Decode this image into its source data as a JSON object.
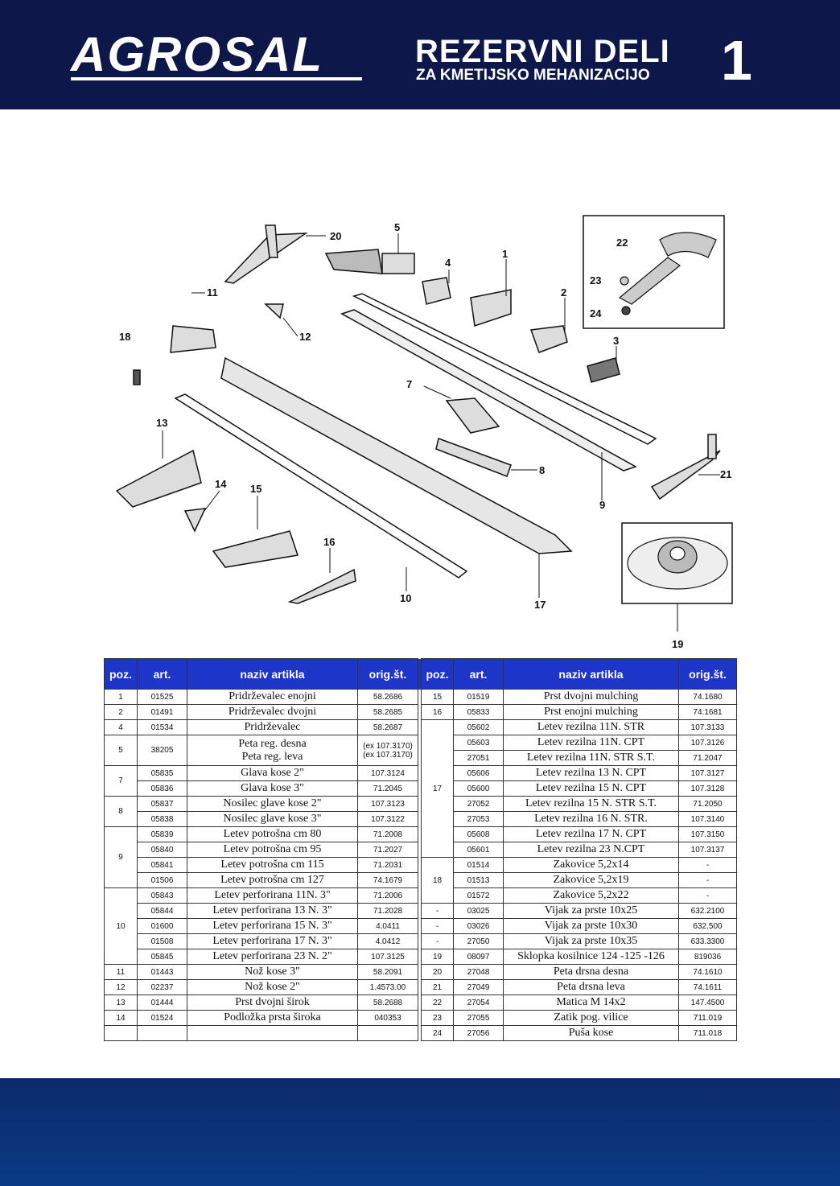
{
  "header": {
    "brand": "AGROSAL",
    "title": "REZERVNI DELI",
    "subtitle": "ZA KMETIJSKO MEHANIZACIJO",
    "page_number": "1"
  },
  "diagram": {
    "callouts": [
      "20",
      "5",
      "4",
      "1",
      "22",
      "23",
      "24",
      "11",
      "12",
      "18",
      "2",
      "3",
      "7",
      "13",
      "14",
      "15",
      "8",
      "21",
      "9",
      "16",
      "10",
      "17",
      "19"
    ]
  },
  "table": {
    "headers": [
      "poz.",
      "art.",
      "naziv artikla",
      "orig.št."
    ],
    "left": [
      {
        "poz": "1",
        "art": "01525",
        "name": "Pridrževalec enojni",
        "orig": "58.2686"
      },
      {
        "poz": "2",
        "art": "01491",
        "name": "Pridrževalec dvojni",
        "orig": "58.2685"
      },
      {
        "poz": "4",
        "art": "01534",
        "name": "Pridrževalec",
        "orig": "58.2687"
      },
      {
        "poz": "5",
        "art": "38205",
        "name": "Peta reg. desna",
        "name2": "Peta reg. leva",
        "orig": "(ex 107.3170)",
        "orig2": "(ex 107.3170)"
      },
      {
        "poz": "7",
        "art": "05835",
        "name": "Glava kose 2\"",
        "orig": "107.3124"
      },
      {
        "art": "05836",
        "name": "Glava kose 3\"",
        "orig": "71.2045"
      },
      {
        "poz": "8",
        "art": "05837",
        "name": "Nosilec glave kose 2\"",
        "orig": "107.3123"
      },
      {
        "art": "05838",
        "name": "Nosilec glave kose 3\"",
        "orig": "107.3122"
      },
      {
        "poz": "9",
        "art": "05839",
        "name": "Letev potrošna cm 80",
        "orig": "71.2008"
      },
      {
        "art": "05840",
        "name": "Letev potrošna cm 95",
        "orig": "71.2027"
      },
      {
        "art": "05841",
        "name": "Letev potrošna cm 115",
        "orig": "71.2031"
      },
      {
        "art": "01506",
        "name": "Letev potrošna cm 127",
        "orig": "74.1679"
      },
      {
        "poz": "10",
        "art": "05843",
        "name": "Letev perforirana 11N. 3\"",
        "orig": "71.2006"
      },
      {
        "art": "05844",
        "name": "Letev perforirana 13 N. 3\"",
        "orig": "71.2028"
      },
      {
        "art": "01600",
        "name": "Letev perforirana 15 N. 3\"",
        "orig": "4.0411"
      },
      {
        "art": "01508",
        "name": "Letev perforirana 17 N. 3\"",
        "orig": "4.0412"
      },
      {
        "art": "05845",
        "name": "Letev perforirana 23 N. 2\"",
        "orig": "107.3125"
      },
      {
        "poz": "11",
        "art": "01443",
        "name": "Nož kose 3\"",
        "orig": "58.2091"
      },
      {
        "poz": "12",
        "art": "02237",
        "name": "Nož kose 2\"",
        "orig": "1.4573.00"
      },
      {
        "poz": "13",
        "art": "01444",
        "name": "Prst dvojni širok",
        "orig": "58.2688"
      },
      {
        "poz": "14",
        "art": "01524",
        "name": "Podložka prsta široka",
        "orig": "040353"
      }
    ],
    "right": [
      {
        "poz": "15",
        "art": "01519",
        "name": "Prst dvojni mulching",
        "orig": "74.1680"
      },
      {
        "poz": "16",
        "art": "05833",
        "name": "Prst enojni mulching",
        "orig": "74.1681"
      },
      {
        "poz": "17",
        "art": "05602",
        "name": "Letev rezilna 11N. STR",
        "orig": "107.3133"
      },
      {
        "art": "05603",
        "name": "Letev rezilna 11N. CPT",
        "orig": "107.3126"
      },
      {
        "art": "27051",
        "name": "Letev rezilna 11N. STR S.T.",
        "orig": "71.2047"
      },
      {
        "art": "05606",
        "name": "Letev rezilna 13 N. CPT",
        "orig": "107.3127"
      },
      {
        "art": "05600",
        "name": "Letev rezilna 15 N. CPT",
        "orig": "107.3128"
      },
      {
        "art": "27052",
        "name": "Letev rezilna 15 N. STR S.T.",
        "orig": "71.2050"
      },
      {
        "art": "27053",
        "name": "Letev rezilna 16 N. STR.",
        "orig": "107.3140"
      },
      {
        "art": "05608",
        "name": "Letev rezilna 17 N. CPT",
        "orig": "107.3150"
      },
      {
        "art": "05601",
        "name": "Letev rezilna 23 N.CPT",
        "orig": "107.3137"
      },
      {
        "poz": "18",
        "art": "01514",
        "name": "Zakovice 5,2x14",
        "orig": "-"
      },
      {
        "art": "01513",
        "name": "Zakovice 5,2x19",
        "orig": "-"
      },
      {
        "art": "01572",
        "name": "Zakovice 5,2x22",
        "orig": "-"
      },
      {
        "poz": "-",
        "art": "03025",
        "name": "Vijak za prste 10x25",
        "orig": "632.2100"
      },
      {
        "poz": "-",
        "art": "03026",
        "name": "Vijak za prste 10x30",
        "orig": "632.500"
      },
      {
        "poz": "-",
        "art": "27050",
        "name": "Vijak za prste 10x35",
        "orig": "633.3300"
      },
      {
        "poz": "19",
        "art": "08097",
        "name": "Sklopka kosilnice 124 -125 -126",
        "orig": "819036"
      },
      {
        "poz": "20",
        "art": "27048",
        "name": "Peta drsna desna",
        "orig": "74.1610"
      },
      {
        "poz": "21",
        "art": "27049",
        "name": "Peta drsna leva",
        "orig": "74.1611"
      },
      {
        "poz": "22",
        "art": "27054",
        "name": "Matica M 14x2",
        "orig": "147.4500"
      },
      {
        "poz": "23",
        "art": "27055",
        "name": "Zatik pog. vilice",
        "orig": "711.019"
      },
      {
        "poz": "24",
        "art": "27056",
        "name": "Puša kose",
        "orig": "711.018"
      }
    ]
  },
  "colors": {
    "header_bg": "#0d1749",
    "table_header_bg": "#1d35c9",
    "footer_bg": "#0a3b86"
  }
}
